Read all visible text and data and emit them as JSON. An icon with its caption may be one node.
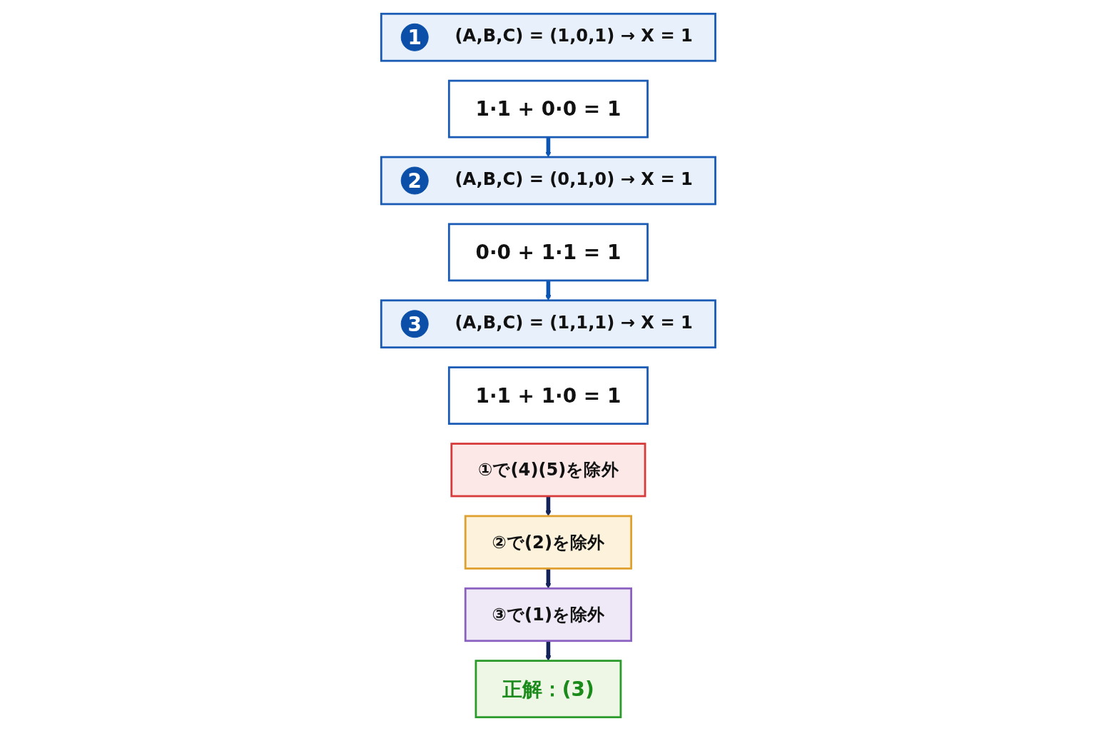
{
  "diagram": {
    "nodes": [
      {
        "text": [
          "(A,B,C) = (1,0,1) → X = 1"
        ]
      },
      {
        "text": [
          "1"
        ],
        "in": 0
      },
      {
        "text": [
          "1·1 + 0·0 = 1"
        ]
      },
      {
        "text": [
          "(A,B,C) = (0,1,0) → X = 1"
        ]
      },
      {
        "text": [
          "2"
        ],
        "in": 3
      },
      {
        "text": [
          "0·0 + 1·1 = 1"
        ]
      },
      {
        "text": [
          "(A,B,C) = (1,1,1) → X = 1"
        ]
      },
      {
        "text": [
          "3"
        ],
        "in": 6
      },
      {
        "text": [
          "1·1 + 1·0 = 1"
        ]
      },
      {
        "text": [
          "①で(4)(5)を除外"
        ]
      },
      {
        "text": [
          "②で(2)を除外"
        ]
      },
      {
        "text": [
          "③で(1)を除外"
        ]
      },
      {
        "text": [
          "正解：(3)"
        ]
      }
    ],
    "edges": [
      {
        "from": 2,
        "to": 3,
        "arrow": "to",
        "color": "#0b55b5"
      },
      {
        "from": 5,
        "to": 6,
        "arrow": "to",
        "color": "#0b55b5"
      },
      {
        "from": 9,
        "to": 10,
        "arrow": "to"
      },
      {
        "from": 10,
        "to": 11,
        "arrow": "to"
      },
      {
        "from": 11,
        "to": 12,
        "arrow": "to"
      }
    ]
  }
}
